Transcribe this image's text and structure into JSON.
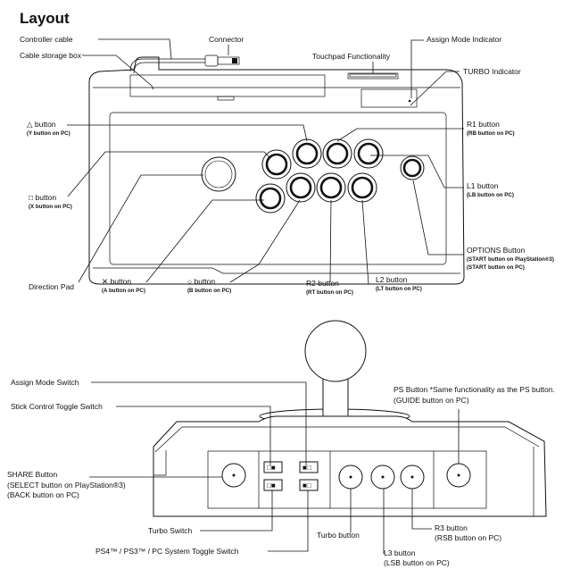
{
  "title": "Layout",
  "top_labels": {
    "controller_cable": "Controller cable",
    "cable_storage_box": "Cable storage box",
    "connector": "Connector",
    "touchpad": "Touchpad Functionality",
    "assign_mode_indicator": "Assign Mode Indicator",
    "turbo_indicator": "TURBO Indicator",
    "triangle_button": "△ button",
    "triangle_sub": "(Y button on PC)",
    "square_button": "□ button",
    "square_sub": "(X button on PC)",
    "direction_pad": "Direction Pad",
    "cross_button": "✕ button",
    "cross_sub": "(A button on PC)",
    "circle_button": "○ button",
    "circle_sub": "(B button on PC)",
    "r2_button": "R2 button",
    "r2_sub": "(RT button on PC)",
    "l2_button": "L2 button",
    "l2_sub": "(LT button on PC)",
    "r1_button": "R1 button",
    "r1_sub": "(RB button on PC)",
    "l1_button": "L1 button",
    "l1_sub": "(LB button on PC)",
    "options_button": "OPTIONS Button",
    "options_sub1": "(START button on PlayStation®3)",
    "options_sub2": "(START button on PC)"
  },
  "bottom_labels": {
    "assign_mode_switch": "Assign Mode Switch",
    "stick_control_toggle": "Stick Control Toggle Switch",
    "ps_button": "PS Button *Same functionality as the PS button.",
    "ps_button_sub": "(GUIDE button on PC)",
    "share_button": "SHARE Button",
    "share_sub1": "(SELECT button on PlayStation®3)",
    "share_sub2": "(BACK button on PC)",
    "turbo_switch": "Turbo Switch",
    "system_toggle": "PS4™ / PS3™ / PC System Toggle Switch",
    "turbo_button": "Turbo button",
    "r3_button": "R3 button",
    "r3_sub": "(RSB button on PC)",
    "l3_button": "L3 button",
    "l3_sub": "(LSB button on PC)"
  },
  "switch_labels": {
    "s1": "□■",
    "s2": "■□",
    "s3": "□■",
    "s4": "■□"
  },
  "colors": {
    "line": "#111111",
    "background": "#ffffff"
  }
}
